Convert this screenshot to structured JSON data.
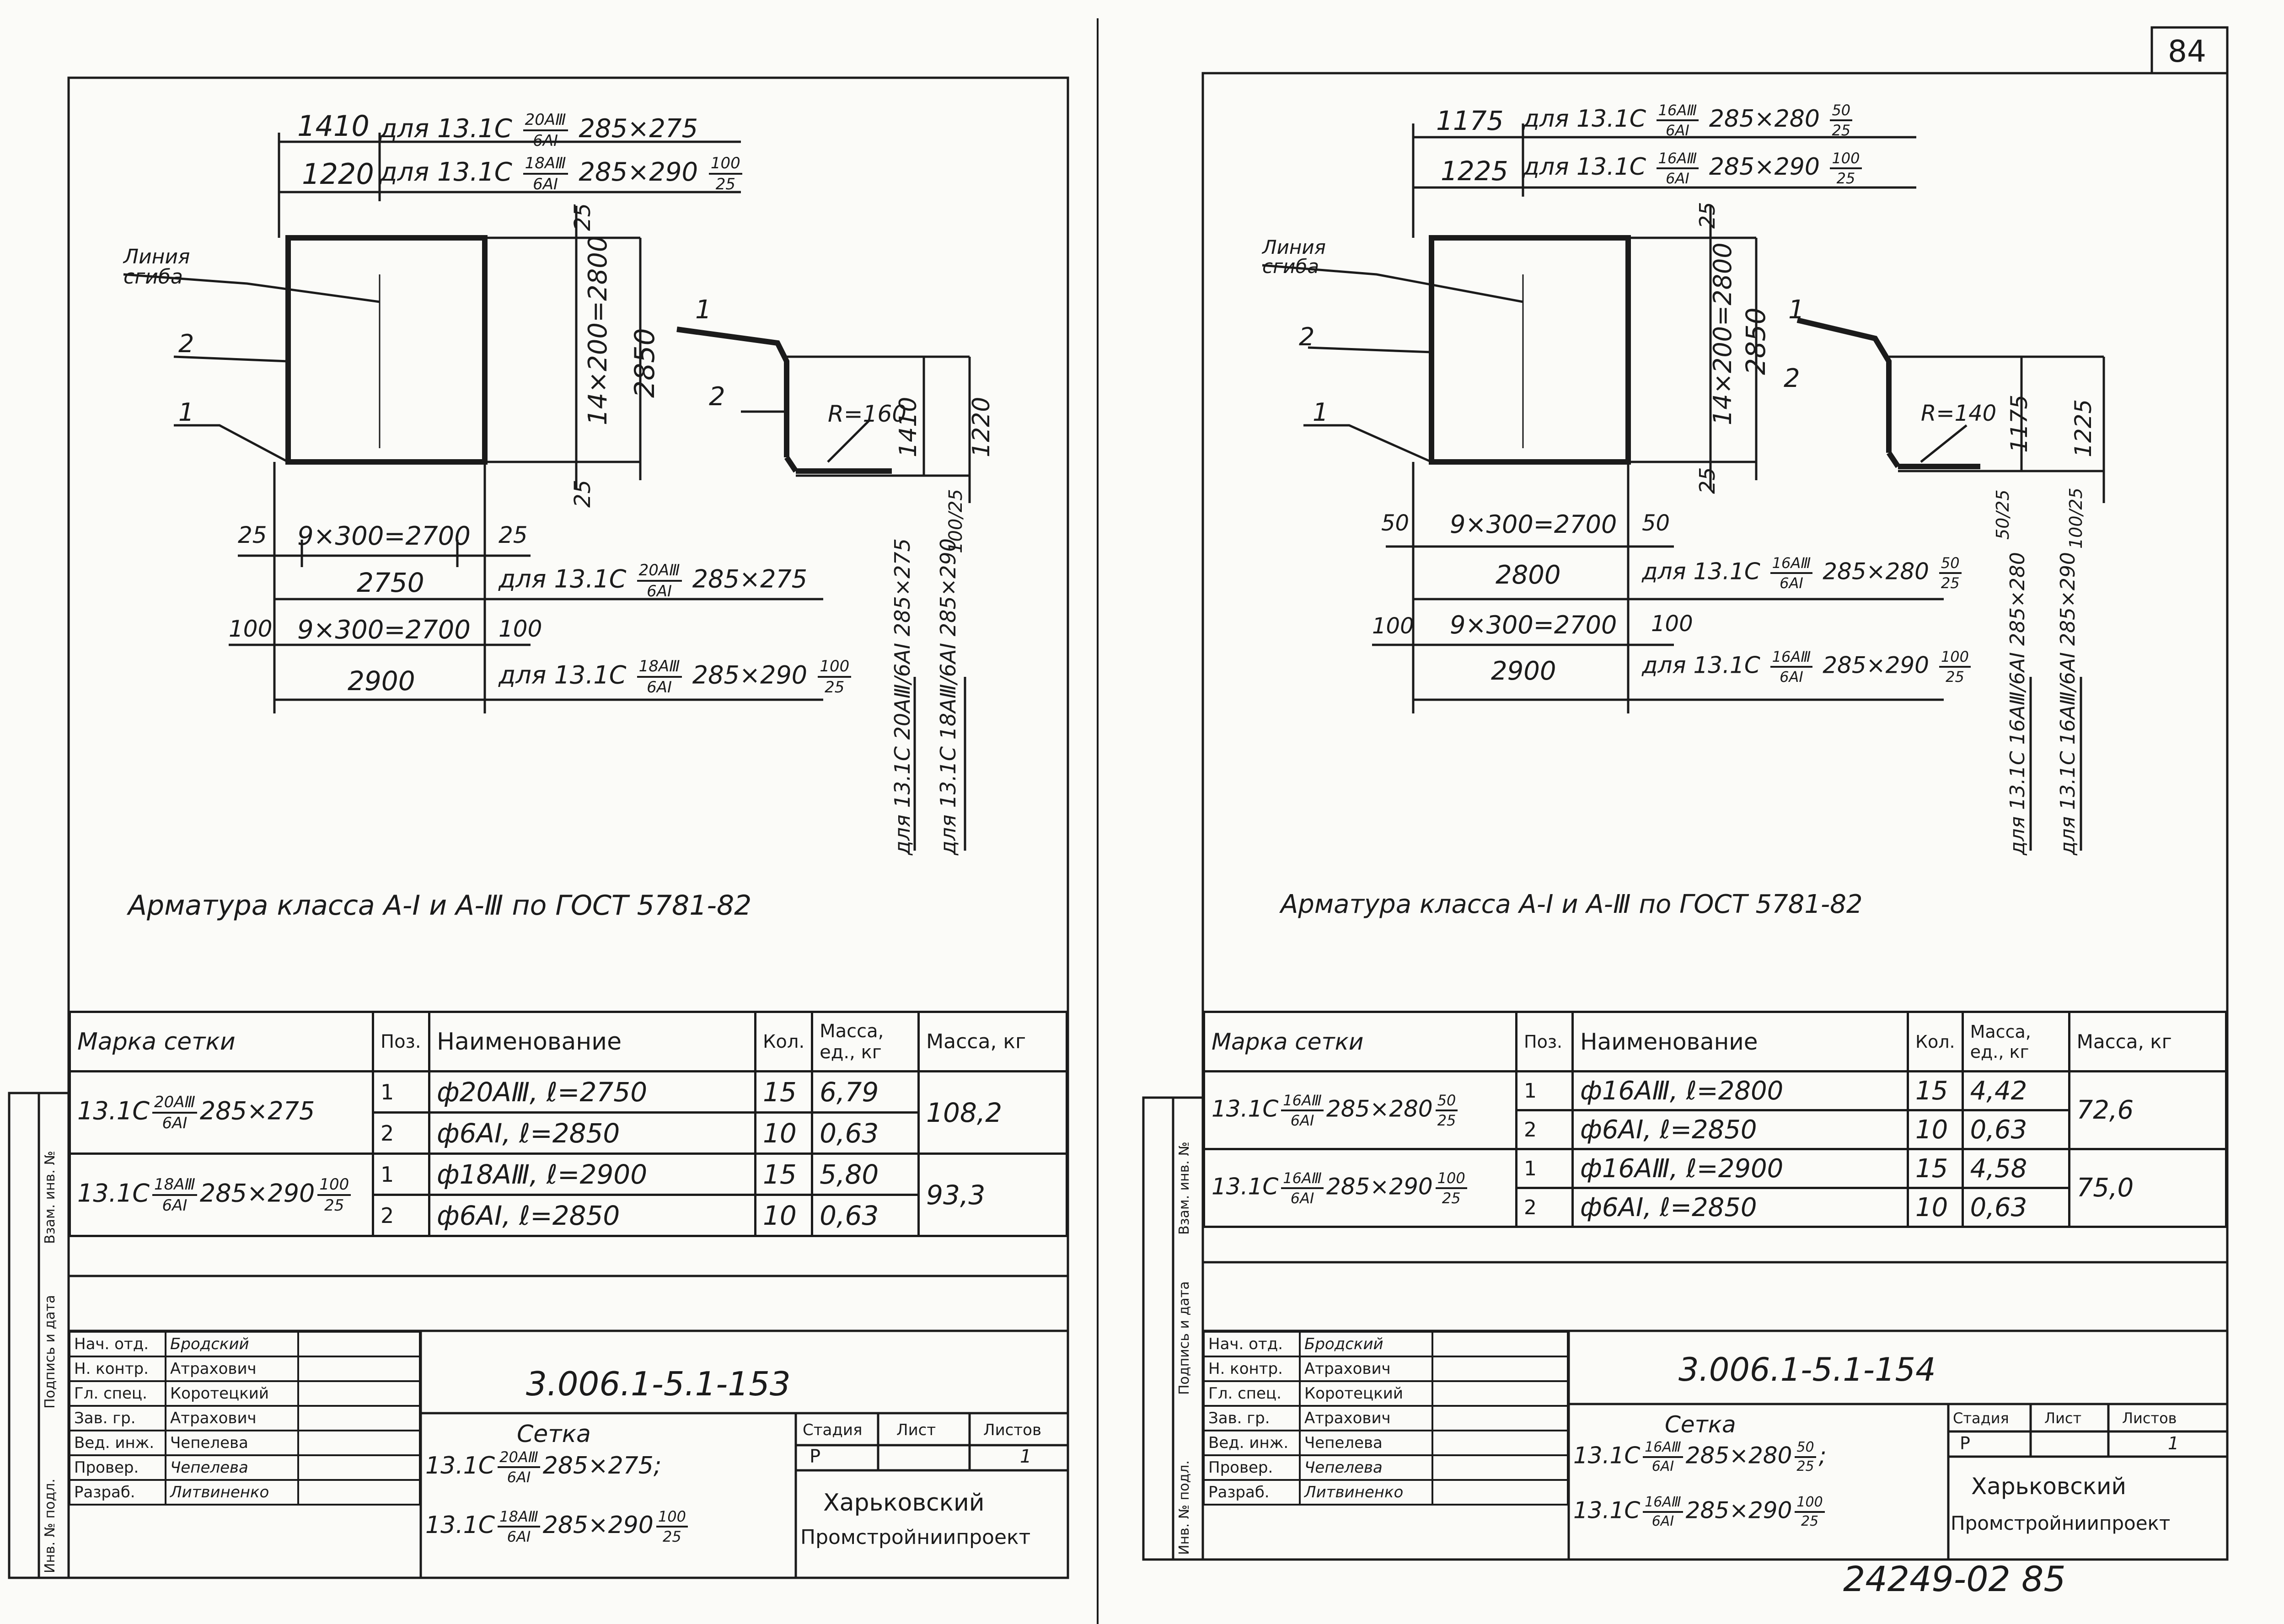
{
  "page_number": "84",
  "footer_code": "24249-02  85",
  "side_labels": [
    "Инв. № подл.",
    "Подпись и дата",
    "Взам. инв. №"
  ],
  "sheets": [
    {
      "dims": {
        "top1": "1410",
        "top1_text": "для 13.1С",
        "top1_num": "20АⅢ",
        "top1_den": "6АI",
        "top1_size": "285×275",
        "top2": "1220",
        "top2_text": "для 13.1С",
        "top2_num": "18АⅢ",
        "top2_den": "6АI",
        "top2_size": "285×290",
        "top2_fn": "100",
        "top2_fd": "25",
        "bend_line": "Линия сгиба",
        "pos2": "2",
        "pos1": "1",
        "right_top": "25",
        "right_mid": "14×200=2800",
        "right_total": "2850",
        "right_bot": "25",
        "bent_pos1": "1",
        "bent_pos2": "2",
        "radius": "R=160",
        "bent_h1": "1410",
        "bent_h2": "1220",
        "row1_left": "25",
        "row1_mid": "9×300=2700",
        "row1_right": "25",
        "row2_total": "2750",
        "row2_text": "для 13.1С",
        "row2_num": "20АⅢ",
        "row2_den": "6АI",
        "row2_size": "285×275",
        "row3_left": "100",
        "row3_mid": "9×300=2700",
        "row3_right": "100",
        "row4_total": "2900",
        "row4_text": "для 13.1С",
        "row4_num": "18АⅢ",
        "row4_den": "6АI",
        "row4_size": "285×290",
        "row4_fn": "100",
        "row4_fd": "25",
        "v1": "для 13.1С 20АⅢ/6АI 285×275",
        "v2": "для 13.1С 18АⅢ/6АI 285×290",
        "v2_fn": "100",
        "v2_fd": "25"
      },
      "note": "Арматура класса А-I и А-Ⅲ по ГОСТ 5781-82",
      "table": {
        "headers": [
          "Марка сетки",
          "Поз.",
          "Наименование",
          "Кол.",
          "Масса, ед., кг",
          "Масса, кг"
        ],
        "rows": [
          {
            "mark_pre": "13.1С",
            "mark_num": "20АⅢ",
            "mark_den": "6АI",
            "mark_size": "285×275",
            "mark_fn": "",
            "mark_fd": "",
            "pos": [
              "1",
              "2"
            ],
            "name": [
              "ф20АⅢ,  ℓ=2750",
              "ф6АI,   ℓ=2850"
            ],
            "qty": [
              "15",
              "10"
            ],
            "unit": [
              "6,79",
              "0,63"
            ],
            "total": "108,2"
          },
          {
            "mark_pre": "13.1С",
            "mark_num": "18АⅢ",
            "mark_den": "6АI",
            "mark_size": "285×290",
            "mark_fn": "100",
            "mark_fd": "25",
            "pos": [
              "1",
              "2"
            ],
            "name": [
              "ф18АⅢ,  ℓ=2900",
              "ф6АI,   ℓ=2850"
            ],
            "qty": [
              "15",
              "10"
            ],
            "unit": [
              "5,80",
              "0,63"
            ],
            "total": "93,3"
          }
        ]
      },
      "stamp": {
        "roles": [
          "Нач. отд.",
          "Н. контр.",
          "Гл. спец.",
          "Зав. гр.",
          "Вед. инж.",
          "Провер.",
          "Разраб."
        ],
        "names": [
          "Бродский",
          "Атрахович",
          "Коротецкий",
          "Атрахович",
          "Чепелева",
          "Чепелева",
          "Литвиненко"
        ],
        "code": "3.006.1-5.1-153",
        "title": "Сетка",
        "mark1_pre": "13.1С",
        "mark1_num": "20АⅢ",
        "mark1_den": "6АI",
        "mark1_size": "285×275;",
        "mark2_pre": "13.1С",
        "mark2_num": "18АⅢ",
        "mark2_den": "6АI",
        "mark2_size": "285×290",
        "mark2_fn": "100",
        "mark2_fd": "25",
        "stage_h": "Стадия",
        "sheet_h": "Лист",
        "sheets_h": "Листов",
        "stage": "Р",
        "sheet": "",
        "sheets": "1",
        "org1": "Харьковский",
        "org2": "Промстройниипроект"
      }
    },
    {
      "dims": {
        "top1": "1175",
        "top1_text": "для 13.1С",
        "top1_num": "16АⅢ",
        "top1_den": "6АI",
        "top1_size": "285×280",
        "top1_fn": "50",
        "top1_fd": "25",
        "top2": "1225",
        "top2_text": "для 13.1С",
        "top2_num": "16АⅢ",
        "top2_den": "6АI",
        "top2_size": "285×290",
        "top2_fn": "100",
        "top2_fd": "25",
        "bend_line": "Линия сгиба",
        "pos2": "2",
        "pos1": "1",
        "right_top": "25",
        "right_mid": "14×200=2800",
        "right_total": "2850",
        "right_bot": "25",
        "bent_pos1": "1",
        "bent_pos2": "2",
        "radius": "R=140",
        "bent_h1": "1175",
        "bent_h2": "1225",
        "row1_left": "50",
        "row1_mid": "9×300=2700",
        "row1_right": "50",
        "row2_total": "2800",
        "row2_text": "для 13.1С",
        "row2_num": "16АⅢ",
        "row2_den": "6АI",
        "row2_size": "285×280",
        "row2_fn": "50",
        "row2_fd": "25",
        "row3_left": "100",
        "row3_mid": "9×300=2700",
        "row3_right": "100",
        "row4_total": "2900",
        "row4_text": "для 13.1С",
        "row4_num": "16АⅢ",
        "row4_den": "6АI",
        "row4_size": "285×290",
        "row4_fn": "100",
        "row4_fd": "25",
        "v1": "для 13.1С 16АⅢ/6АI 285×280",
        "v2": "для 13.1С 16АⅢ/6АI 285×290",
        "v1_fn": "50",
        "v1_fd": "25",
        "v2_fn": "100",
        "v2_fd": "25"
      },
      "note": "Арматура класса А-I и А-Ⅲ по ГОСТ 5781-82",
      "table": {
        "headers": [
          "Марка сетки",
          "Поз.",
          "Наименование",
          "Кол.",
          "Масса, ед., кг",
          "Масса, кг"
        ],
        "rows": [
          {
            "mark_pre": "13.1С",
            "mark_num": "16АⅢ",
            "mark_den": "6АI",
            "mark_size": "285×280",
            "mark_fn": "50",
            "mark_fd": "25",
            "pos": [
              "1",
              "2"
            ],
            "name": [
              "ф16АⅢ,  ℓ=2800",
              "ф6АI,   ℓ=2850"
            ],
            "qty": [
              "15",
              "10"
            ],
            "unit": [
              "4,42",
              "0,63"
            ],
            "total": "72,6"
          },
          {
            "mark_pre": "13.1С",
            "mark_num": "16АⅢ",
            "mark_den": "6АI",
            "mark_size": "285×290",
            "mark_fn": "100",
            "mark_fd": "25",
            "pos": [
              "1",
              "2"
            ],
            "name": [
              "ф16АⅢ,  ℓ=2900",
              "ф6АI,   ℓ=2850"
            ],
            "qty": [
              "15",
              "10"
            ],
            "unit": [
              "4,58",
              "0,63"
            ],
            "total": "75,0"
          }
        ]
      },
      "stamp": {
        "roles": [
          "Нач. отд.",
          "Н. контр.",
          "Гл. спец.",
          "Зав. гр.",
          "Вед. инж.",
          "Провер.",
          "Разраб."
        ],
        "names": [
          "Бродский",
          "Атрахович",
          "Коротецкий",
          "Атрахович",
          "Чепелева",
          "Чепелева",
          "Литвиненко"
        ],
        "code": "3.006.1-5.1-154",
        "title": "Сетка",
        "mark1_pre": "13.1С",
        "mark1_num": "16АⅢ",
        "mark1_den": "6АI",
        "mark1_size": "285×280",
        "mark1_fn": "50",
        "mark1_fd": "25",
        "mark2_pre": "13.1С",
        "mark2_num": "16АⅢ",
        "mark2_den": "6АI",
        "mark2_size": "285×290",
        "mark2_fn": "100",
        "mark2_fd": "25",
        "stage_h": "Стадия",
        "sheet_h": "Лист",
        "sheets_h": "Листов",
        "stage": "Р",
        "sheet": "",
        "sheets": "1",
        "org1": "Харьковский",
        "org2": "Промстройниипроект"
      }
    }
  ]
}
